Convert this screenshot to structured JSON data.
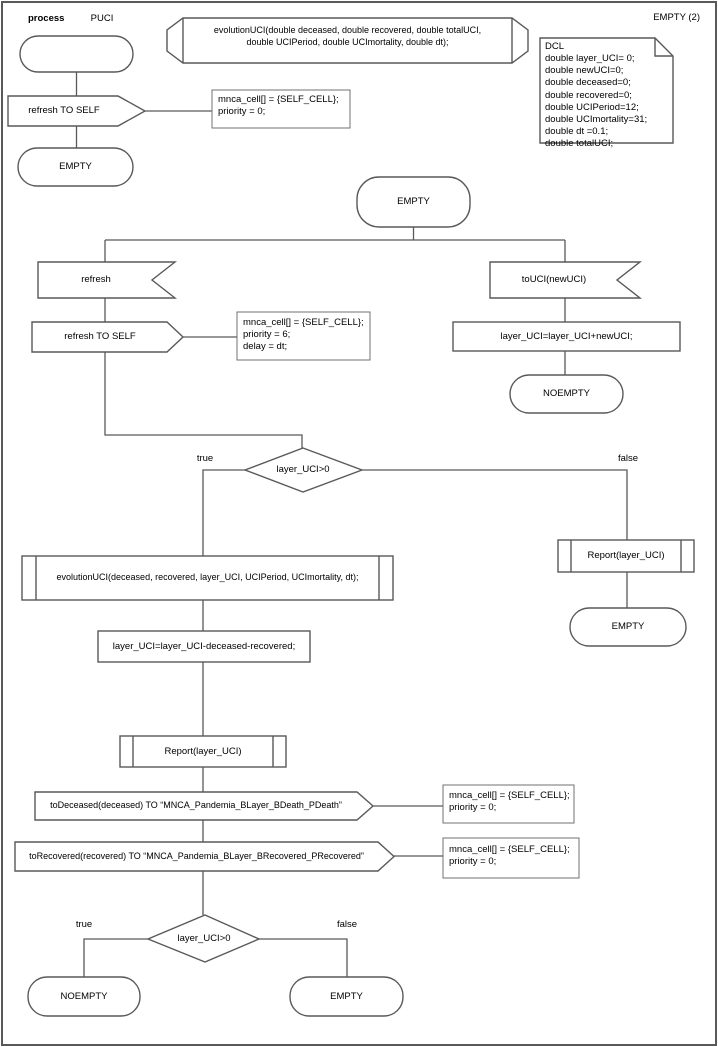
{
  "page": {
    "process_label": "process",
    "process_name": "PUCI",
    "state_header": "EMPTY (2)"
  },
  "declaration": {
    "line1": "evolutionUCI(double deceased, double recovered, double totalUCI,",
    "line2": "double UCIPeriod, double UCImortality, double dt);"
  },
  "dcl_note": {
    "lines": [
      "DCL",
      "double layer_UCI= 0;",
      "double newUCI=0;",
      "double deceased=0;",
      "double recovered=0;",
      "double UCIPeriod=12;",
      "double UCImortality=31;",
      "double dt =0.1;",
      "double totalUCI;"
    ]
  },
  "start_section": {
    "output_refresh_self": "refresh TO SELF",
    "comment": {
      "line1": "mnca_cell[] = {SELF_CELL};",
      "line2": "priority = 0;"
    },
    "state_empty": "EMPTY"
  },
  "main_section": {
    "state_empty": "EMPTY",
    "input_refresh": "refresh",
    "output_refresh_self": "refresh TO SELF",
    "refresh_comment": {
      "line1": "mnca_cell[] = {SELF_CELL};",
      "line2": "priority = 6;",
      "line3": "delay = dt;"
    },
    "input_touci": "toUCI(newUCI)",
    "task_add": "layer_UCI=layer_UCI+newUCI;",
    "state_noempty": "NOEMPTY",
    "decision1": {
      "condition": "layer_UCI>0",
      "true_label": "true",
      "false_label": "false"
    },
    "proc_report_right": "Report(layer_UCI)",
    "state_empty_right": "EMPTY",
    "proc_evolution": "evolutionUCI(deceased, recovered, layer_UCI, UCIPeriod, UCImortality, dt);",
    "task_sub": "layer_UCI=layer_UCI-deceased-recovered;",
    "proc_report_mid": "Report(layer_UCI)",
    "output_todeceased": "toDeceased(deceased) TO “MNCA_Pandemia_BLayer_BDeath_PDeath”",
    "todeceased_comment": {
      "line1": "mnca_cell[] = {SELF_CELL};",
      "line2": "priority = 0;"
    },
    "output_torecovered": "toRecovered(recovered) TO “MNCA_Pandemia_BLayer_BRecovered_PRecovered”",
    "torecovered_comment": {
      "line1": "mnca_cell[] = {SELF_CELL};",
      "line2": "priority = 0;"
    },
    "decision2": {
      "condition": "layer_UCI>0",
      "true_label": "true",
      "false_label": "false"
    },
    "state_noempty_bottom": "NOEMPTY",
    "state_empty_bottom": "EMPTY"
  },
  "colors": {
    "stroke": "#595959",
    "background": "#ffffff",
    "text": "#000000"
  }
}
